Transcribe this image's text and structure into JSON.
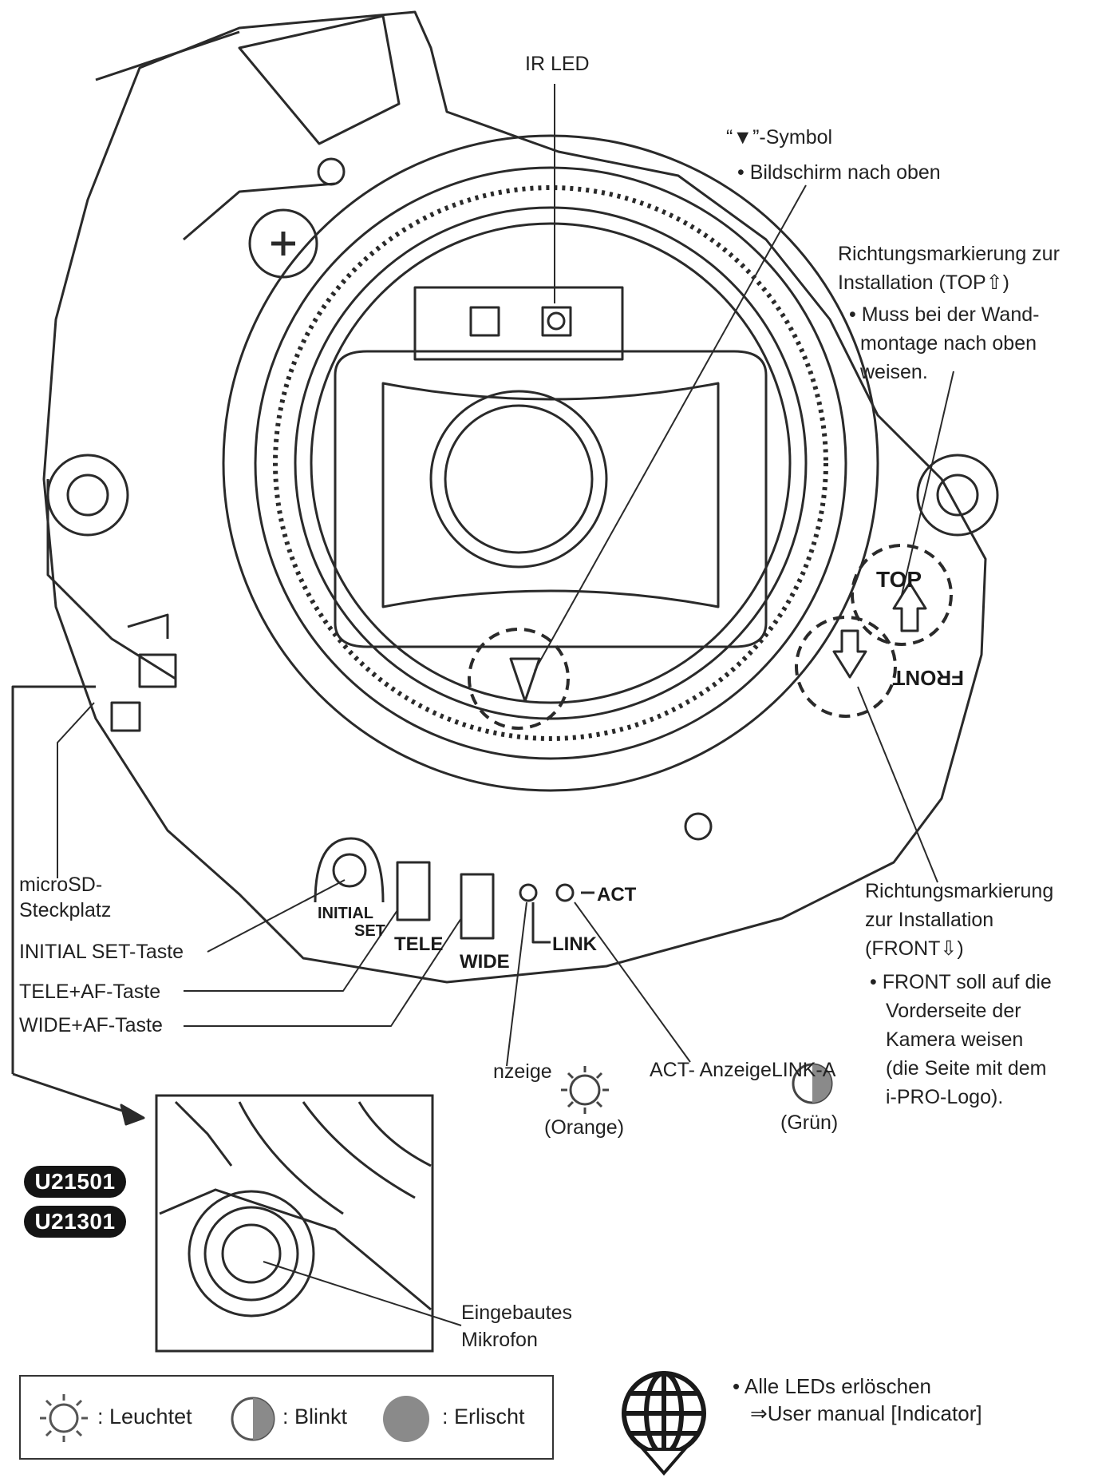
{
  "labels": {
    "ir_led": "IR LED",
    "symbol": "“▼”-Symbol",
    "symbol_note": "• Bildschirm nach oben",
    "top_mark_1": "Richtungsmarkierung zur",
    "top_mark_2": "Installation (TOP⇧)",
    "top_note_1": "• Muss bei der Wand-",
    "top_note_2": "montage nach oben",
    "top_note_3": "weisen.",
    "microsd_1": "microSD-",
    "microsd_2": "Steckplatz",
    "initial_set": "INITIAL SET-Taste",
    "tele_af": "TELE+AF-Taste",
    "wide_af": "WIDE+AF-Taste",
    "front_mark_1": "Richtungsmarkierung",
    "front_mark_2": "zur Installation",
    "front_mark_3": "(FRONT⇩)",
    "front_note_1": "• FRONT soll auf die",
    "front_note_2": "Vorderseite der",
    "front_note_3": "Kamera weisen",
    "front_note_4": "(die Seite mit dem",
    "front_note_5": "i-PRO-Logo).",
    "link_indicator": "nzeige",
    "link_color": "(Orange)",
    "act_indicator": "ACT- AnzeigeLINK-A",
    "act_color": "(Grün)",
    "mic_1": "Eingebautes",
    "mic_2": "Mikrofon"
  },
  "device_markings": {
    "top": "TOP",
    "front": "FRONT",
    "initial": "INITIAL",
    "set": "SET",
    "tele": "TELE",
    "wide": "WIDE",
    "act": "ACT",
    "link": "LINK"
  },
  "models": [
    "U21501",
    "U21301"
  ],
  "legend": {
    "on": ": Leuchtet",
    "blink": ": Blinkt",
    "off": ": Erlischt"
  },
  "footer_note": {
    "line1": "• Alle LEDs erlöschen",
    "line2": "⇒User manual [Indicator]"
  },
  "icons": [
    "sun-icon",
    "half-circle-icon",
    "filled-circle-icon",
    "globe-download-icon"
  ],
  "colors": {
    "line": "#2a2a2a",
    "pill": "#141414",
    "led_off": "#8a8a8a"
  }
}
